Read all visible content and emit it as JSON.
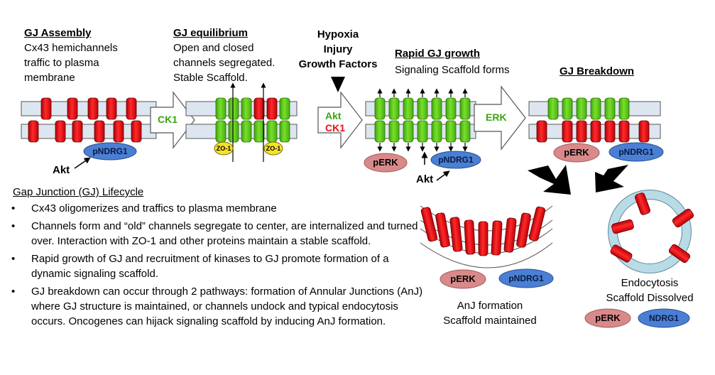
{
  "stage1": {
    "title": "GJ Assembly",
    "lines": [
      "Cx43 hemichannels",
      "traffic to plasma",
      "membrane"
    ]
  },
  "stage2": {
    "title": "GJ equilibrium",
    "lines": [
      "Open and closed",
      "channels segregated.",
      "Stable Scaffold."
    ]
  },
  "stimuli": {
    "lines": [
      "Hypoxia",
      "Injury",
      "Growth Factors"
    ]
  },
  "stage3": {
    "title": "Rapid GJ growth",
    "lines": [
      "Signaling Scaffold forms"
    ]
  },
  "stage4": {
    "title": "GJ Breakdown"
  },
  "arrows": {
    "a1": "CK1",
    "a2_top": "Akt",
    "a2_bottom": "CK1",
    "a3": "ERK"
  },
  "badges": {
    "pndrg1": "pNDRG1",
    "perk": "pERK",
    "ndrg1": "NDRG1",
    "zo1": "ZO-1",
    "akt": "Akt"
  },
  "anj": {
    "lines": [
      "AnJ formation",
      "Scaffold maintained"
    ]
  },
  "endo": {
    "lines": [
      "Endocytosis",
      "Scaffold Dissolved"
    ]
  },
  "lifecycle": {
    "title": "Gap Junction (GJ) Lifecycle",
    "items": [
      "Cx43 oligomerizes and traffics to plasma membrane",
      "Channels form and “old” channels segregate to center, are internalized and turned over. Interaction with ZO-1 and other proteins maintain a stable scaffold.",
      "Rapid growth of GJ and recruitment of kinases to GJ promote formation of a dynamic signaling scaffold.",
      "GJ breakdown can occur through 2 pathways: formation of Annular Junctions (AnJ) where GJ structure is maintained, or channels undock and typical endocytosis occurs. Oncogenes can hijack signaling scaffold by inducing AnJ formation."
    ]
  },
  "colors": {
    "red": "#e8101a",
    "green": "#5fd11a",
    "blue": "#4a7fd4",
    "pink": "#d9898a",
    "yellow": "#f5e12a",
    "membrane": "#dde6f0",
    "ring": "#b9dbe6"
  }
}
